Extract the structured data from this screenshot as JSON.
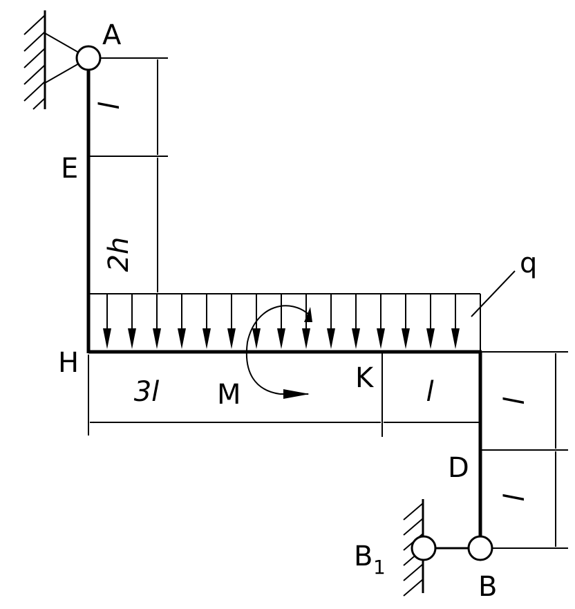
{
  "labels": {
    "a": "A",
    "e": "E",
    "h": "H",
    "k": "K",
    "m": "M",
    "q": "q",
    "d": "D",
    "b": "B",
    "b1": "B",
    "b1_sub": "1"
  },
  "dimensions": {
    "ae": "l",
    "eh": "2h",
    "hk": "3l",
    "kc": "l",
    "cd": "l",
    "db": "l"
  }
}
